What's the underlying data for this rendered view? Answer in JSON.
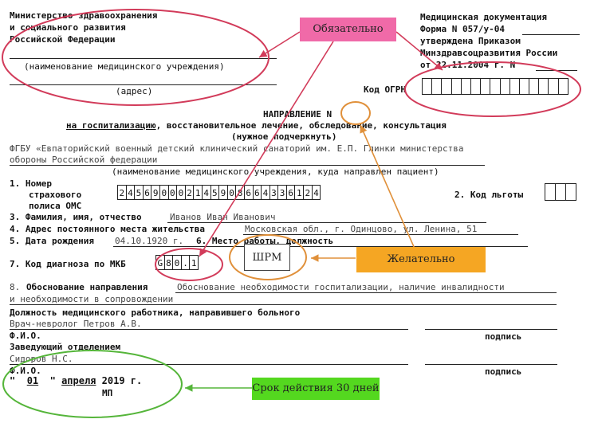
{
  "header_left": {
    "ministry_line1": "Министерство здравоохранения",
    "ministry_line2": "и социального развития",
    "ministry_line3": "Российской Федерации",
    "institution_caption": "(наименование медицинского учреждения)",
    "address_caption": "(адрес)"
  },
  "header_right": {
    "line1": "Медицинская документация",
    "line2": "Форма N 057/у-04",
    "line3": "утверждена Приказом",
    "line4": "Минздравсоцразвития России",
    "line5": "от 22.11.2004 г. N",
    "ogrn_label": "Код ОГРН"
  },
  "notes": {
    "mandatory": "Обязательно",
    "desirable": "Желательно",
    "validity": "Срок действия 30 дней",
    "shrm": "ШРМ"
  },
  "title": {
    "line1": "НАПРАВЛЕНИЕ N",
    "line2_underlined": "на госпитализацию",
    "line2_rest": ", восстановительное лечение, обследование, консультация",
    "line3": "(нужное подчеркнуть)"
  },
  "destination": {
    "line1": "ФГБУ «Евпаторийский  военный детский клинический санаторий им. Е.П. Глинки  министерства",
    "line2": "обороны Российской  федерации",
    "caption": "(наименование медицинского учреждения, куда направлен пациент)"
  },
  "fields": {
    "f1_label_a": "1. Номер",
    "f1_label_b": "страхового",
    "f1_label_c": "полиса ОМС",
    "policy_digits": [
      "2",
      "4",
      "5",
      "6",
      "9",
      "0",
      "0",
      "0",
      "2",
      "1",
      "4",
      "5",
      "9",
      "0",
      "8",
      "6",
      "6",
      "4",
      "3",
      "3",
      "6",
      "1",
      "2",
      "4"
    ],
    "f2_label": "2. Код льготы",
    "f3_label": "3. Фамилия, имя, отчество",
    "f3_value": "Иванов Иван Иванович",
    "f4_label": "4. Адрес постоянного места жительства",
    "f4_value": "Московская обл., г. Одинцово, ул. Ленина, 51",
    "f5_label": "5. Дата рождения",
    "f5_value": "04.10.1920 г.",
    "f6_label": "6. Место работы, должность",
    "f7_label": "7. Код диагноза по МКБ",
    "diag_code": [
      "G",
      "8",
      "0",
      ".",
      "1"
    ],
    "f8_num": "8.",
    "f8_label": "Обоснование направления",
    "f8_value1": "Обоснование необходимости госпитализации, наличие инвалидности",
    "f8_value2": "и необходимости в сопровождении"
  },
  "signatures": {
    "position_label": "Должность медицинского работника, направившего больного",
    "doctor_value": "Врач-невролог Петров А.В.",
    "fio_label1": "Ф.И.О.",
    "signature_label1": "подпись",
    "head_label": "Заведующий отделением",
    "head_value": "Сидоров Н.С.",
    "fio_label2": "Ф.И.О.",
    "signature_label2": "подпись",
    "date_q1": "\"",
    "date_day": "01",
    "date_q2": "\"",
    "date_month": "апреля",
    "date_year": "2019",
    "date_g": "г.",
    "mp": "МП"
  },
  "colors": {
    "red_circle": "#d23b5a",
    "orange_circle": "#e0903a",
    "green_circle": "#55b53a",
    "pink_note": "#f06aa8",
    "orange_note": "#f5a623",
    "green_note": "#54d81f"
  }
}
